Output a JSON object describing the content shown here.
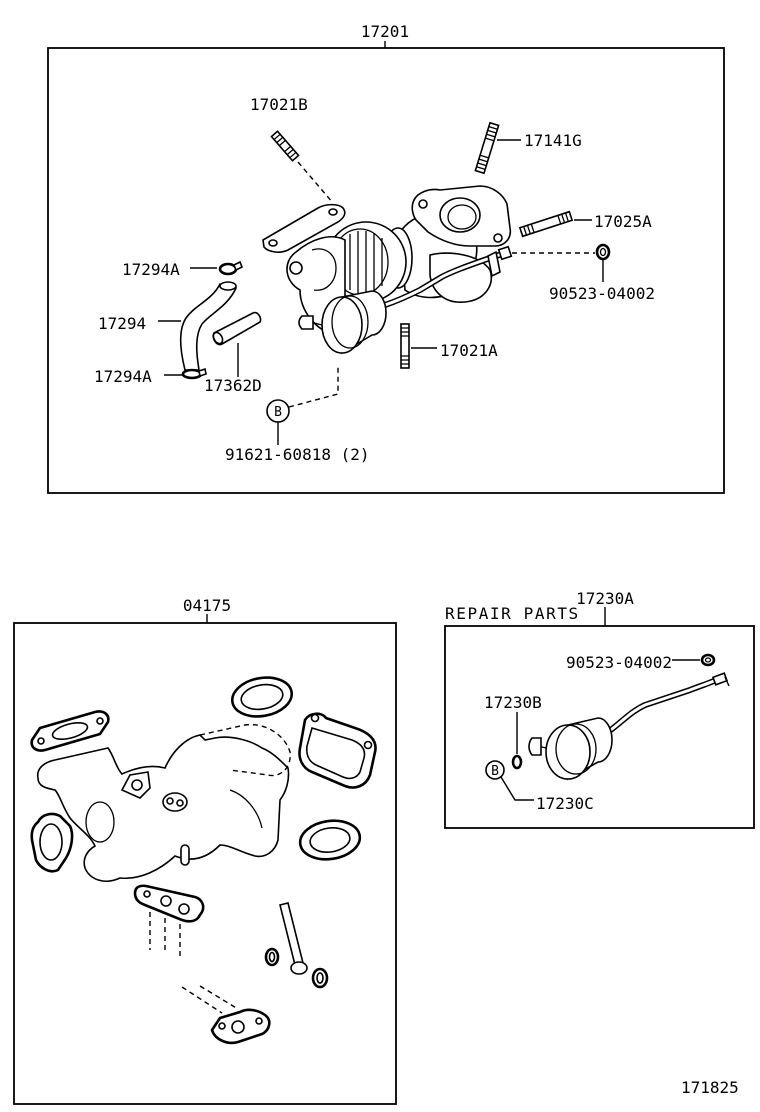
{
  "turbo_assembly": {
    "part_number": "17201",
    "callouts": {
      "stud_17021b": "17021B",
      "stud_17141g": "17141G",
      "stud_17025a": "17025A",
      "clamp_upper": "17294A",
      "washer": "90523-04002",
      "hose": "17294",
      "stud_17021a": "17021A",
      "clamp_lower": "17294A",
      "hose_17362d": "17362D",
      "ref_b": "B",
      "bolt": "91621-60818 (2)"
    }
  },
  "gasket_kit": {
    "part_number": "04175"
  },
  "actuator_kit": {
    "part_number": "17230A",
    "heading": "REPAIR PARTS",
    "callouts": {
      "washer": "90523-04002",
      "clip": "17230B",
      "ref_b": "B",
      "nut": "17230C"
    }
  },
  "illustration_number": "171825"
}
